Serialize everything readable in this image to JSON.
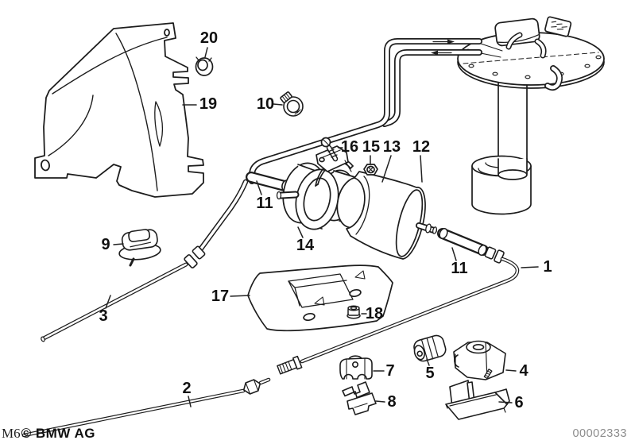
{
  "callouts": {
    "c1": "1",
    "c2": "2",
    "c3": "3",
    "c4": "4",
    "c5": "5",
    "c6": "6",
    "c7": "7",
    "c8": "8",
    "c9": "9",
    "c10": "10",
    "c11_left": "11",
    "c11_right": "11",
    "c12": "12",
    "c13": "13",
    "c14": "14",
    "c15": "15",
    "c16": "16",
    "c17": "17",
    "c18": "18",
    "c19": "19",
    "c20": "20"
  },
  "footer": {
    "code": "M6",
    "copyright": "© BMW AG",
    "drawing_number": "00002333"
  },
  "colors": {
    "line": "#1d1d1d",
    "background": "#ffffff",
    "drawing_number_gray": "#8c8c8c"
  }
}
